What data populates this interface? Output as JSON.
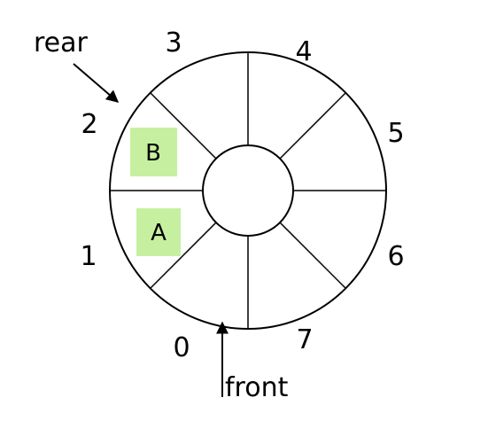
{
  "queue": {
    "slot_labels": [
      "0",
      "1",
      "2",
      "3",
      "4",
      "5",
      "6",
      "7"
    ],
    "elements": [
      {
        "value": "A",
        "slot": 1
      },
      {
        "value": "B",
        "slot": 2
      }
    ],
    "rear_label": "rear",
    "front_label": "front",
    "cell_fill_color": "#c6f0a0",
    "line_color": "#000000"
  }
}
